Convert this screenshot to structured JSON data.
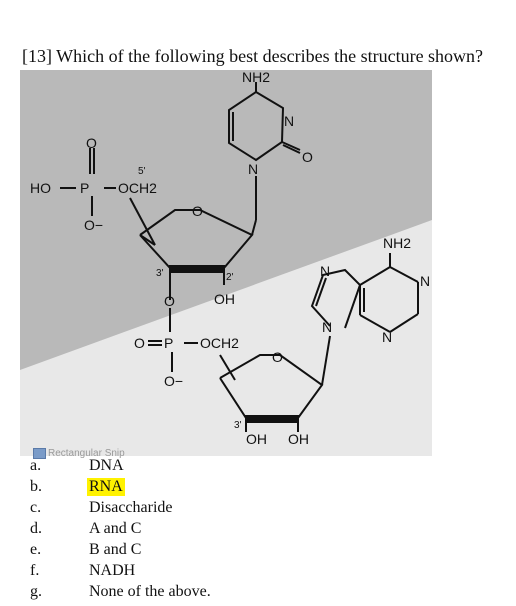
{
  "question": {
    "text": "[13] Which of the following best describes the structure shown?"
  },
  "figure": {
    "labels": {
      "amine_top": "NH2",
      "amine_right": "NH2",
      "carbonyl_o": "O",
      "ring_n_top": "N",
      "ring_n_glyc": "N",
      "phosphate_o_top": "O",
      "phosphate_ho": "HO",
      "phosphate_p1": "P",
      "och2_1": "OCH2",
      "prime_5": "5'",
      "o_minus_1": "O−",
      "ring_o_1": "O",
      "prime_3a": "3'",
      "prime_2": "2'",
      "link_o": "O",
      "oh_2": "OH",
      "phosphate_o_2": "O",
      "phosphate_p2": "P",
      "och2_2": "OCH2",
      "o_minus_2": "O−",
      "ring_o_2": "O",
      "prime_3b": "3'",
      "oh_3": "OH",
      "oh_4": "OH",
      "purine_n1": "N",
      "purine_n2": "N",
      "purine_n3": "N",
      "purine_n4": "N"
    },
    "snip_label": "Rectangular Snip"
  },
  "options": [
    {
      "letter": "a.",
      "text": "DNA",
      "highlighted": false
    },
    {
      "letter": "b.",
      "text": "RNA",
      "highlighted": true
    },
    {
      "letter": "c.",
      "text": "Disaccharide",
      "highlighted": false
    },
    {
      "letter": "d.",
      "text": "A and C",
      "highlighted": false
    },
    {
      "letter": "e.",
      "text": "B and C",
      "highlighted": false
    },
    {
      "letter": "f.",
      "text": "NADH",
      "highlighted": false
    },
    {
      "letter": "g.",
      "text": "None of the above.",
      "highlighted": false
    }
  ],
  "colors": {
    "background_light": "#e8e8e8",
    "background_dark": "#b9b9b9",
    "highlight": "#fff200"
  }
}
